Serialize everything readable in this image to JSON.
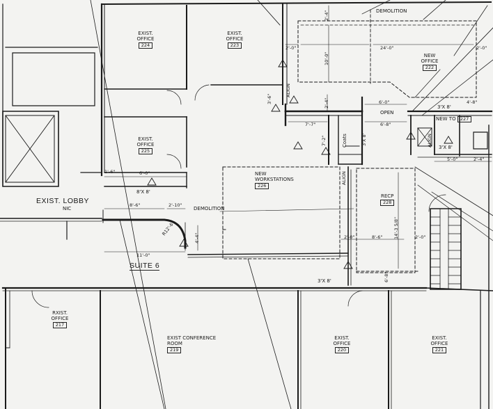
{
  "rooms": {
    "office_224": {
      "name": "EXIST. OFFICE",
      "number": "224"
    },
    "office_223": {
      "name": "EXIST. OFFICE",
      "number": "223"
    },
    "office_222": {
      "name": "NEW OFFICE",
      "number": "222"
    },
    "office_225": {
      "name": "EXIST. OFFICE",
      "number": "225"
    },
    "workstations_226": {
      "name": "NEW WORKSTATIONS",
      "number": "226"
    },
    "recp_228": {
      "name": "RECP",
      "number": "228"
    },
    "new_to_227": {
      "name": "NEW TO",
      "number": "227"
    },
    "office_217": {
      "name": "RXIST. OFFICE",
      "number": "217"
    },
    "conference_219": {
      "name": "EXIST CONFERENCE ROOM",
      "number": "219"
    },
    "office_220": {
      "name": "EXIST. OFFICE",
      "number": "220"
    },
    "office_221": {
      "name": "EXIST. OFFICE",
      "number": "221"
    }
  },
  "areas": {
    "lobby": "EXIST. LOBBY",
    "nic": "NIC",
    "suite": "SUITE 6"
  },
  "notes": {
    "demolition_top": "DEMOLITION",
    "demolition_mid": "DEMOLITION",
    "open": "OPEN",
    "align_1": "ALIGN",
    "align_2": "ALIGN",
    "align_3": "ALIGN",
    "coats": "Coats",
    "door_1": "8'X 8'",
    "door_2": "3'X 8'",
    "door_3": "3'X 8'",
    "door_4": "3'X 8'",
    "door_5": "3'X 8'"
  },
  "dimensions": {
    "d_2_0_a": "2'-0\"",
    "d_24_0": "24'-0\"",
    "d_2_0_b": "2'-0\"",
    "d_2_4_a": "2'-4\"",
    "d_10_0": "10'-0\"",
    "d_3_6": "3'-6\"",
    "d_2_4_b": "2'-4\"",
    "d_6_0_a": "6'-0\"",
    "d_4_8": "4'-8\"",
    "d_7_7": "7'-7\"",
    "d_6_8_a": "6'-8\"",
    "d_7_2": "7'-2\"",
    "d_1_6": "1'-6\"",
    "d_6_0_b": "6'-0\"",
    "d_5_0": "5'-0\"",
    "d_2_4_c": "2'-4\"",
    "d_8_6": "8'-6\"",
    "d_2_10": "2'-10\"",
    "d_4_4": "4'-4\"",
    "d_11_0": "11'-0\"",
    "d_radius": "R12'-6\"",
    "d_14_3": "14'-3 5/8\"",
    "d_2_0_c": "2'-0\"",
    "d_8_6_b": "8'-6\"",
    "d_2_0_d": "2'-0\"",
    "d_6_8_b": "6'-8\""
  }
}
